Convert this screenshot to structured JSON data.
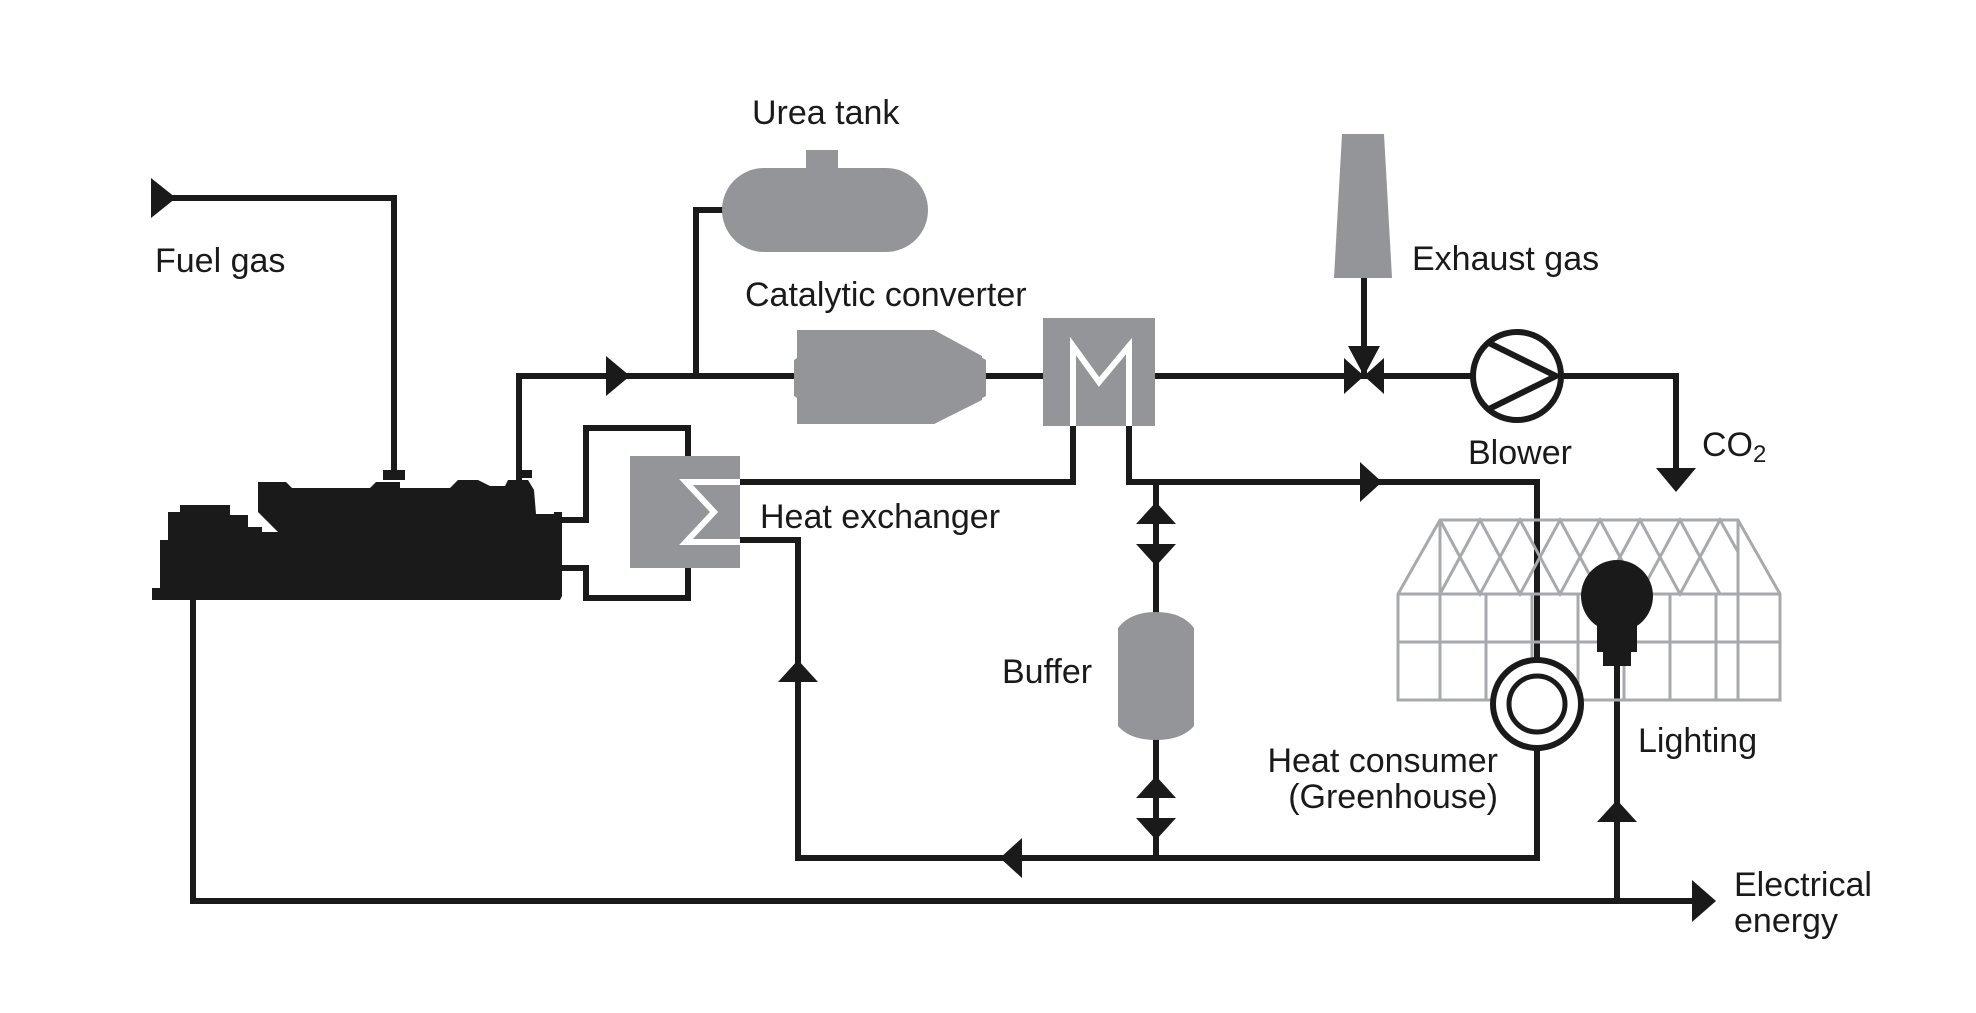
{
  "labels": {
    "fuel_gas": "Fuel gas",
    "urea_tank": "Urea tank",
    "catalytic_converter": "Catalytic converter",
    "exhaust_gas": "Exhaust gas",
    "blower": "Blower",
    "co2_main": "CO",
    "co2_sub": "2",
    "heat_exchanger": "Heat exchanger",
    "buffer": "Buffer",
    "heat_consumer_line1": "Heat consumer",
    "heat_consumer_line2": "(Greenhouse)",
    "lighting": "Lighting",
    "electrical_line1": "Electrical",
    "electrical_line2": "energy"
  },
  "colors": {
    "line": "#1a1a1a",
    "component_gray": "#939598",
    "greenhouse_outline": "#a7a9ac",
    "background": "#ffffff"
  }
}
